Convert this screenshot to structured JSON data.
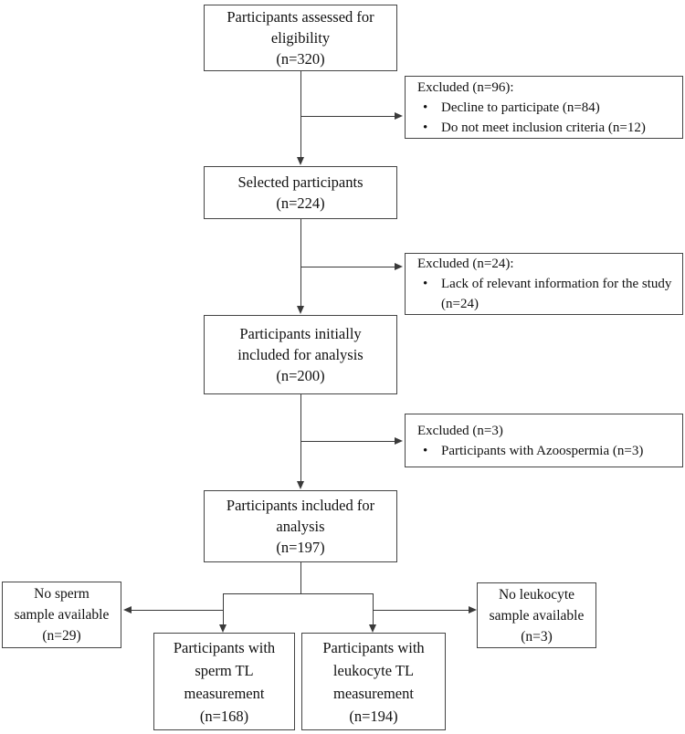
{
  "diagram": {
    "type": "participant-flowchart",
    "colors": {
      "border": "#444444",
      "line": "#3a3a3a",
      "text": "#111111",
      "background": "#ffffff"
    },
    "nodes": {
      "assessed": {
        "lines": [
          "Participants assessed for",
          "eligibility",
          "(n=320)"
        ]
      },
      "selected": {
        "lines": [
          "Selected participants",
          "(n=224)"
        ]
      },
      "initially_included": {
        "lines": [
          "Participants initially",
          "included for analysis",
          "(n=200)"
        ]
      },
      "included": {
        "lines": [
          "Participants included for",
          "analysis",
          "(n=197)"
        ]
      },
      "no_sperm_sample": {
        "lines": [
          "No sperm",
          "sample available",
          "(n=29)"
        ]
      },
      "no_leukocyte_sample": {
        "lines": [
          "No leukocyte",
          "sample available",
          "(n=3)"
        ]
      },
      "sperm_tl": {
        "lines": [
          "Participants with",
          "sperm TL",
          "measurement",
          "(n=168)"
        ]
      },
      "leukocyte_tl": {
        "lines": [
          "Participants with",
          "leukocyte TL",
          "measurement",
          "(n=194)"
        ]
      },
      "excluded_1": {
        "title": "Excluded (n=96):",
        "bullets": [
          "Decline to participate (n=84)",
          "Do not meet inclusion criteria (n=12)"
        ]
      },
      "excluded_2": {
        "title": "Excluded (n=24):",
        "bullets": [
          "Lack of relevant information for the study (n=24)"
        ]
      },
      "excluded_3": {
        "title": "Excluded (n=3)",
        "bullets": [
          "Participants with Azoospermia (n=3)"
        ]
      }
    }
  }
}
